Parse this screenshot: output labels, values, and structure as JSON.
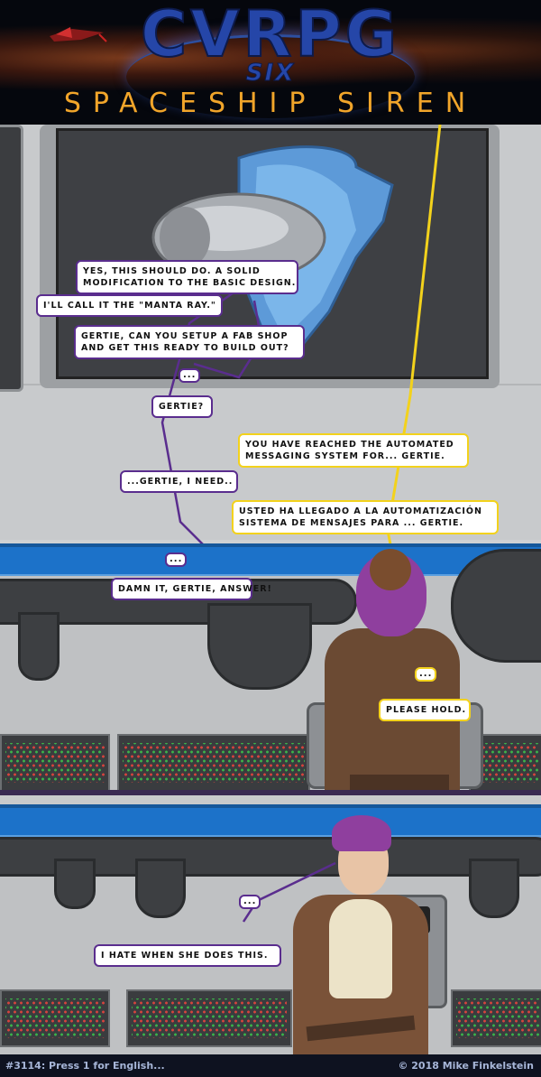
{
  "header": {
    "logo": "CVRPG",
    "logo_sub": "SIX",
    "title": "SPACESHIP SIREN"
  },
  "panel1": {
    "bubbles": {
      "b1": "YES, THIS SHOULD DO. A SOLID\nMODIFICATION TO THE BASIC DESIGN.",
      "b2": "I'LL CALL IT THE \"MANTA RAY.\"",
      "b3": "GERTIE, CAN YOU SETUP A FAB SHOP\nAND GET THIS READY TO BUILD OUT?",
      "b4": "...",
      "b5": "GERTIE?",
      "b6": "...GERTIE, I NEED..",
      "b7": "...",
      "b8": "DAMN IT, GERTIE, ANSWER!",
      "y1": "YOU HAVE REACHED THE AUTOMATED\nMESSAGING SYSTEM FOR... GERTIE.",
      "y2": "USTED HA LLEGADO A LA AUTOMATIZACIÓN\nSISTEMA DE MENSAJES PARA ... GERTIE.",
      "y3": "...",
      "y4": "PLEASE HOLD."
    }
  },
  "panel2": {
    "bubbles": {
      "c1": "...",
      "c2": "I HATE WHEN SHE DOES THIS."
    }
  },
  "footer": {
    "episode": "#3114: Press 1 for English...",
    "copyright": "© 2018 Mike Finkelstein"
  },
  "colors": {
    "title_orange": "#f1a52a",
    "logo_blue": "#2546a8",
    "player_border": "#5a2d8e",
    "system_border": "#f3d21c"
  }
}
